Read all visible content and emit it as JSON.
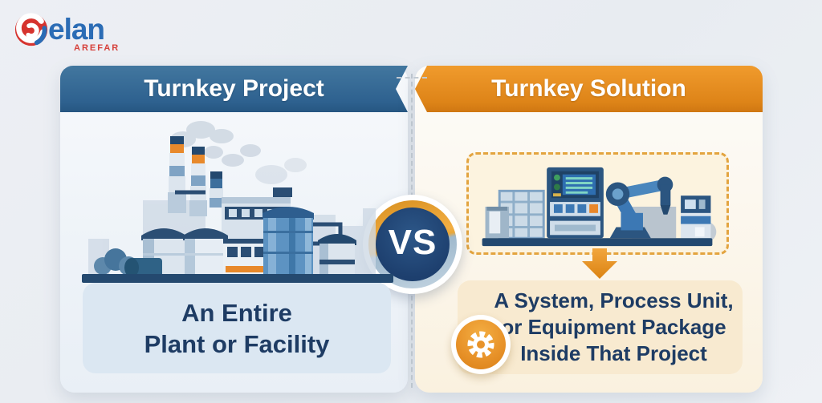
{
  "logo": {
    "name": "elan",
    "subname": "AREFAR"
  },
  "divider": {
    "vs_label": "VS"
  },
  "left_panel": {
    "header": "Turnkey Project",
    "caption_line1": "An Entire",
    "caption_line2": "Plant or Facility",
    "illustration": "factory-with-chimneys-tanks-and-buildings"
  },
  "right_panel": {
    "header": "Turnkey Solution",
    "caption_line1": "A System, Process Unit,",
    "caption_line2": "or Equipment Package",
    "caption_line3": "Inside That Project",
    "illustration": "automated-machinery-control-cabinet-and-robot-arm"
  },
  "colors": {
    "left_accent": "#2e618f",
    "right_accent": "#de8418",
    "navy_text": "#1e3c64",
    "vs_core": "#1d3f6e",
    "logo_blue": "#2b6cb5",
    "logo_red": "#d6332e",
    "left_caption_bg": "#dbe7f2",
    "right_caption_bg": "#f8ead0",
    "dashed_border": "#e3a43f"
  }
}
